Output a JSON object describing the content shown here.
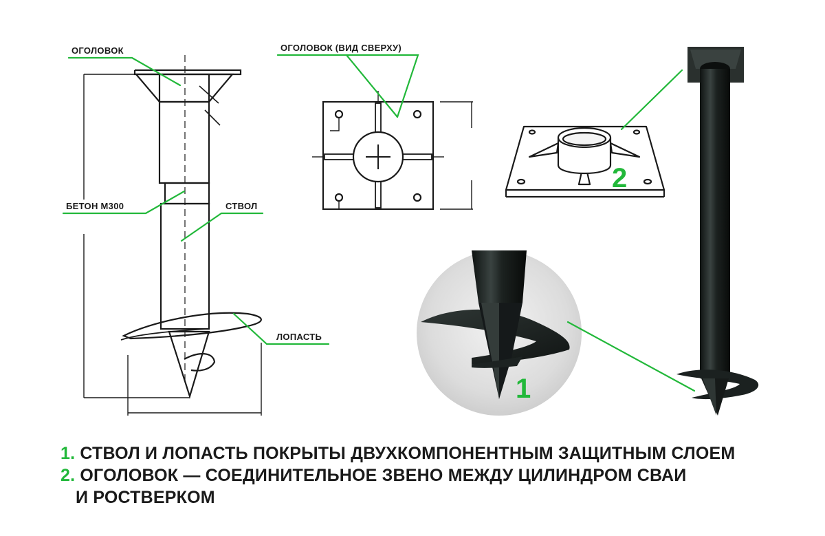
{
  "labels": {
    "head": "ОГОЛОВОК",
    "head_top_view": "ОГОЛОВОК (ВИД СВЕРХУ)",
    "concrete": "БЕТОН М300",
    "shaft": "СТВОЛ",
    "blade": "ЛОПАСТЬ"
  },
  "markers": {
    "one": "1",
    "two": "2"
  },
  "captions": [
    {
      "num": "1.",
      "text": "СТВОЛ И ЛОПАСТЬ ПОКРЫТЫ ДВУХКОМПОНЕНТНЫМ ЗАЩИТНЫМ СЛОЕМ"
    },
    {
      "num": "2.",
      "text": "ОГОЛОВОК — СОЕДИНИТЕЛЬНОЕ ЗВЕНО МЕЖДУ ЦИЛИНДРОМ СВАИ",
      "text2": "И РОСТВЕРКОМ"
    }
  ],
  "colors": {
    "accent": "#22b83a",
    "line": "#1a1a1a",
    "metal": "#1e2422"
  }
}
